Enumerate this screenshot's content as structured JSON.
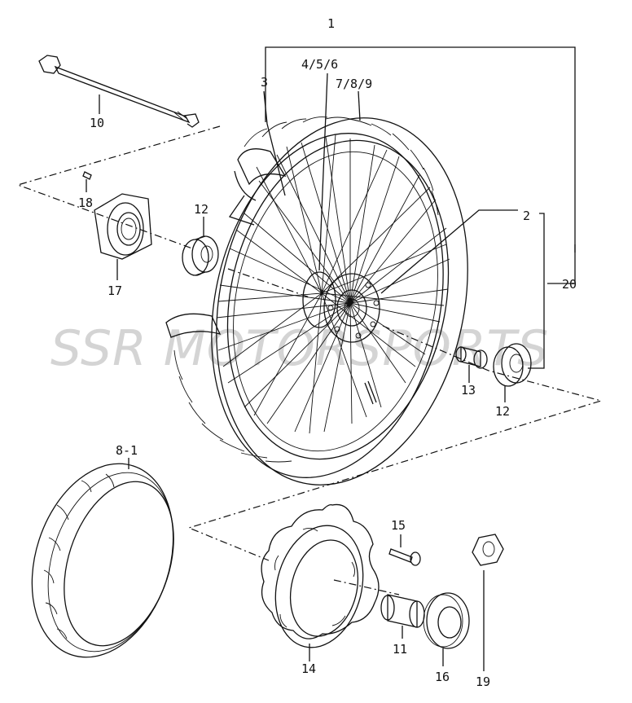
{
  "watermark": "SSR MOTORSPORTS",
  "callouts": [
    {
      "id": "c1",
      "text": "1"
    },
    {
      "id": "c3",
      "text": "3"
    },
    {
      "id": "c456",
      "text": "4/5/6"
    },
    {
      "id": "c789",
      "text": "7/8/9"
    },
    {
      "id": "c10",
      "text": "10"
    },
    {
      "id": "c18",
      "text": "18"
    },
    {
      "id": "c12a",
      "text": "12"
    },
    {
      "id": "c17",
      "text": "17"
    },
    {
      "id": "c2",
      "text": "2"
    },
    {
      "id": "c20",
      "text": "20"
    },
    {
      "id": "c13",
      "text": "13"
    },
    {
      "id": "c12b",
      "text": "12"
    },
    {
      "id": "c81",
      "text": "8-1"
    },
    {
      "id": "c15",
      "text": "15"
    },
    {
      "id": "c14",
      "text": "14"
    },
    {
      "id": "c11",
      "text": "11"
    },
    {
      "id": "c16",
      "text": "16"
    },
    {
      "id": "c19",
      "text": "19"
    }
  ]
}
